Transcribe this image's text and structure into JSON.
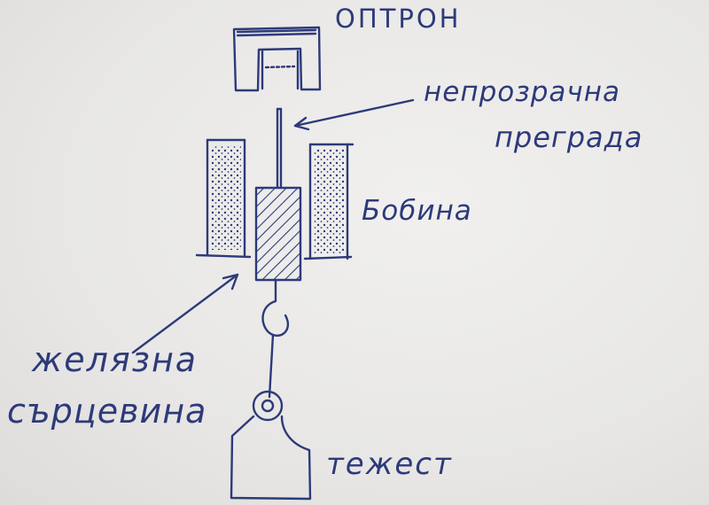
{
  "labels": {
    "optron": "ОПТРОН",
    "opaque_line1": "непрозрачна",
    "opaque_line2": "преграда",
    "coil": "Бобина",
    "core_line1": "желязна",
    "core_line2": "сърцевина",
    "weight": "тежест"
  },
  "colors": {
    "ink": "#2d3a7a",
    "paper": "#ecebe9"
  }
}
